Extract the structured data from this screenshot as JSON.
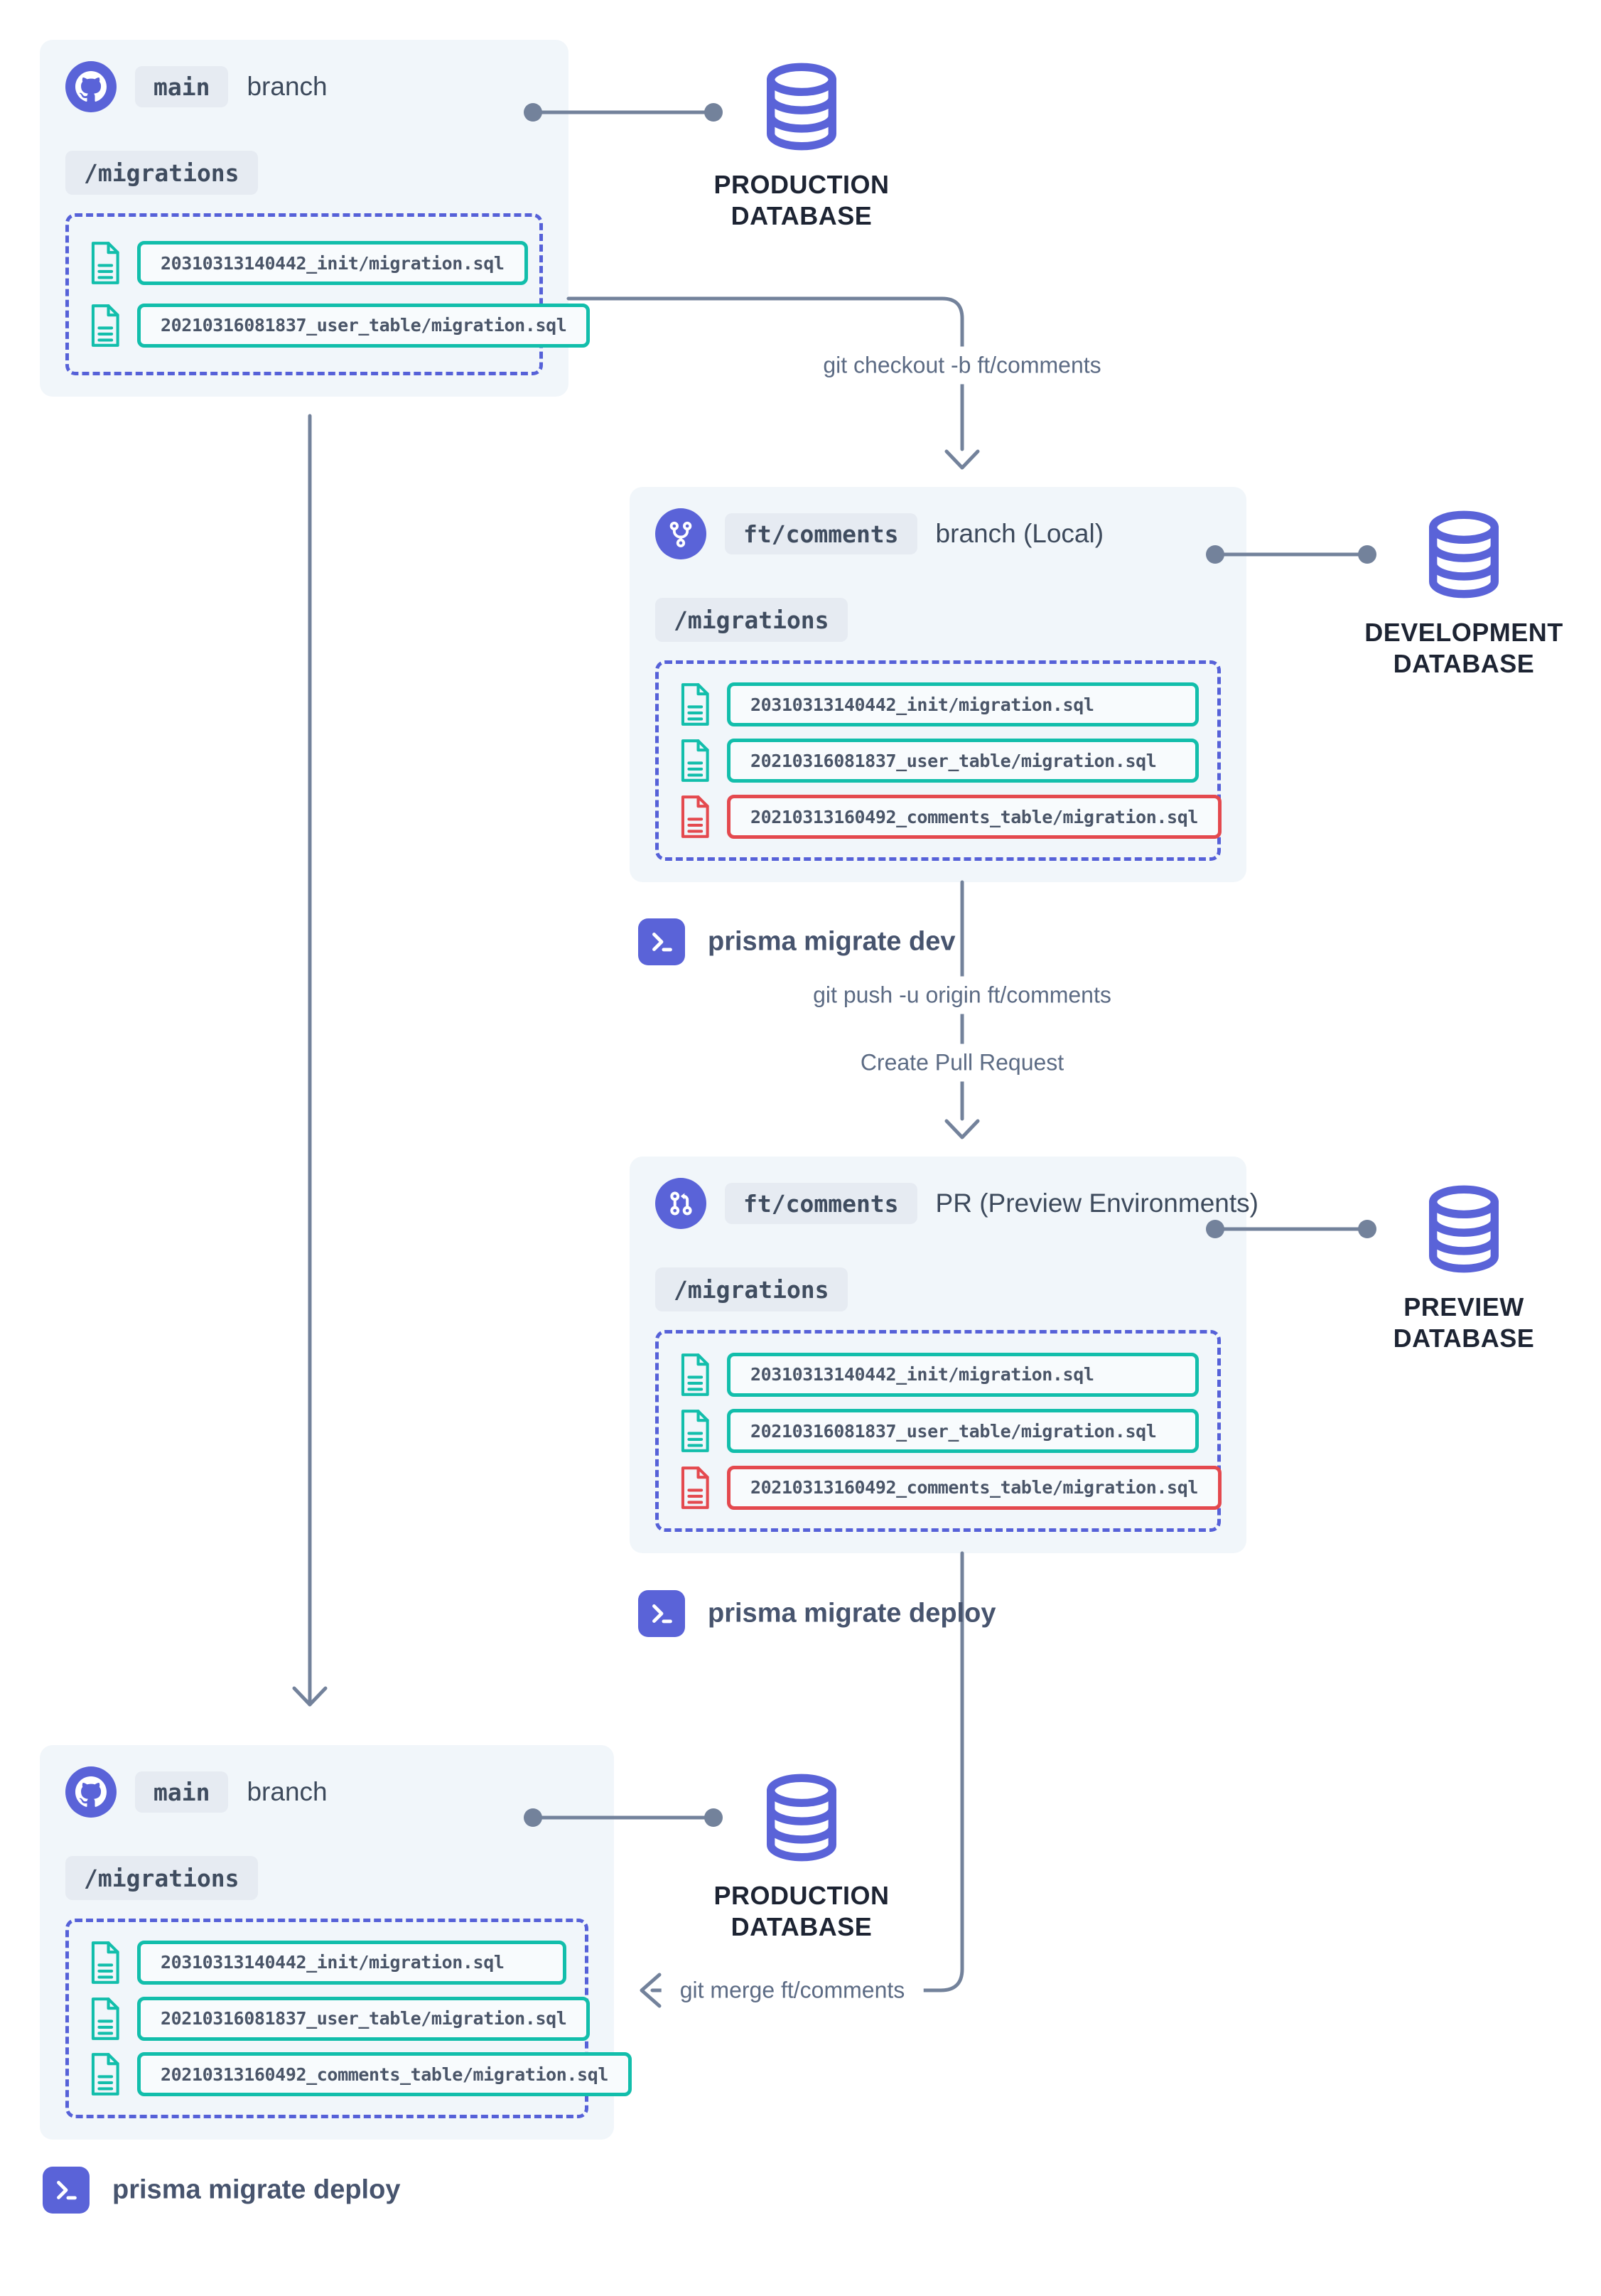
{
  "colors": {
    "indigo": "#5A63D8",
    "teal": "#12BEAB",
    "red": "#E4494E",
    "line_gray": "#73829B",
    "dark_navy": "#1D2433",
    "box_bg": "#F1F6FA",
    "badge_bg": "#E6EBF2",
    "text_slate": "#4A5568"
  },
  "boxes": {
    "main_top": {
      "icon": "github-icon",
      "badge": "main",
      "title": "branch",
      "folder": "/migrations",
      "files": [
        {
          "icon": "file-icon",
          "name": "20310313140442_init/migration.sql",
          "state": "applied"
        },
        {
          "icon": "file-icon",
          "name": "20210316081837_user_table/migration.sql",
          "state": "applied"
        }
      ]
    },
    "feature_local": {
      "icon": "git-branch-icon",
      "badge": "ft/comments",
      "title": "branch (Local)",
      "folder": "/migrations",
      "files": [
        {
          "icon": "file-icon",
          "name": "20310313140442_init/migration.sql",
          "state": "applied"
        },
        {
          "icon": "file-icon",
          "name": "20210316081837_user_table/migration.sql",
          "state": "applied"
        },
        {
          "icon": "file-icon",
          "name": "20210313160492_comments_table/migration.sql",
          "state": "new"
        }
      ]
    },
    "feature_pr": {
      "icon": "git-pull-request-icon",
      "badge": "ft/comments",
      "title": "PR (Preview Environments)",
      "folder": "/migrations",
      "files": [
        {
          "icon": "file-icon",
          "name": "20310313140442_init/migration.sql",
          "state": "applied"
        },
        {
          "icon": "file-icon",
          "name": "20210316081837_user_table/migration.sql",
          "state": "applied"
        },
        {
          "icon": "file-icon",
          "name": "20210313160492_comments_table/migration.sql",
          "state": "new"
        }
      ]
    },
    "main_bottom": {
      "icon": "github-icon",
      "badge": "main",
      "title": "branch",
      "folder": "/migrations",
      "files": [
        {
          "icon": "file-icon",
          "name": "20310313140442_init/migration.sql",
          "state": "applied"
        },
        {
          "icon": "file-icon",
          "name": "20210316081837_user_table/migration.sql",
          "state": "applied"
        },
        {
          "icon": "file-icon",
          "name": "20210313160492_comments_table/migration.sql",
          "state": "applied"
        }
      ]
    }
  },
  "databases": {
    "production_top": {
      "icon": "database-icon",
      "line1": "PRODUCTION",
      "line2": "DATABASE"
    },
    "development": {
      "icon": "database-icon",
      "line1": "DEVELOPMENT",
      "line2": "DATABASE"
    },
    "preview": {
      "icon": "database-icon",
      "line1": "PREVIEW",
      "line2": "DATABASE"
    },
    "production_bottom": {
      "icon": "database-icon",
      "line1": "PRODUCTION",
      "line2": "DATABASE"
    }
  },
  "commands": {
    "checkout": "git checkout -b ft/comments",
    "migrate_dev": "prisma migrate dev",
    "push": "git push -u origin ft/comments",
    "create_pr": "Create Pull Request",
    "migrate_deploy": "prisma migrate deploy",
    "merge": "git merge ft/comments",
    "migrate_deploy_bottom": "prisma migrate deploy"
  }
}
